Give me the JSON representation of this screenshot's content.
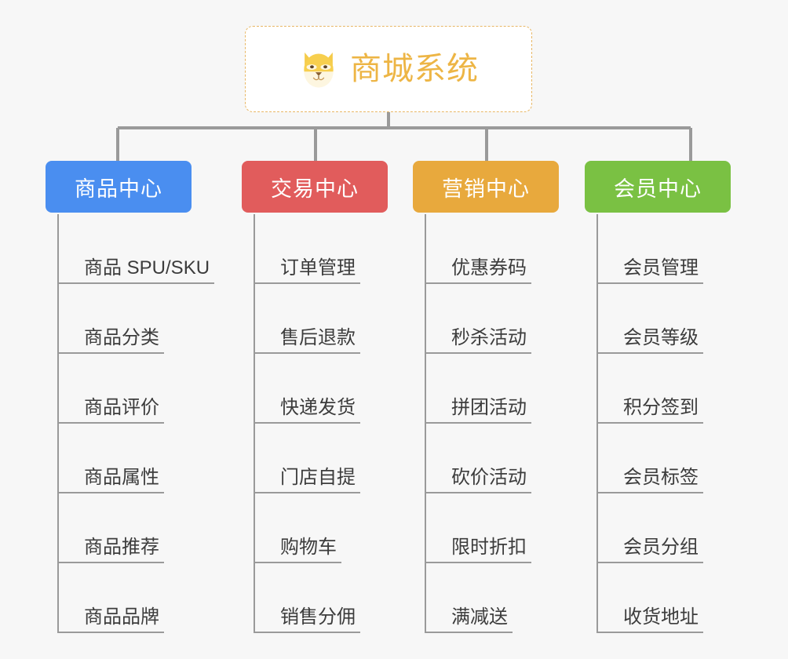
{
  "canvas": {
    "background": "#f7f7f7",
    "line_color": "#9a9a9a"
  },
  "root": {
    "title": "商城系统",
    "icon": "shiba-dog-face-icon",
    "text_color": "#edb545",
    "border_color": "#e8b765",
    "background": "#ffffff"
  },
  "columns": [
    {
      "label": "商品中心",
      "color": "#4a8ef0",
      "items": [
        "商品 SPU/SKU",
        "商品分类",
        "商品评价",
        "商品属性",
        "商品推荐",
        "商品品牌"
      ]
    },
    {
      "label": "交易中心",
      "color": "#e15c5c",
      "items": [
        "订单管理",
        "售后退款",
        "快递发货",
        "门店自提",
        "购物车",
        "销售分佣"
      ]
    },
    {
      "label": "营销中心",
      "color": "#e8a93d",
      "items": [
        "优惠券码",
        "秒杀活动",
        "拼团活动",
        "砍价活动",
        "限时折扣",
        "满减送"
      ]
    },
    {
      "label": "会员中心",
      "color": "#7ac143",
      "items": [
        "会员管理",
        "会员等级",
        "积分签到",
        "会员标签",
        "会员分组",
        "收货地址"
      ]
    }
  ]
}
